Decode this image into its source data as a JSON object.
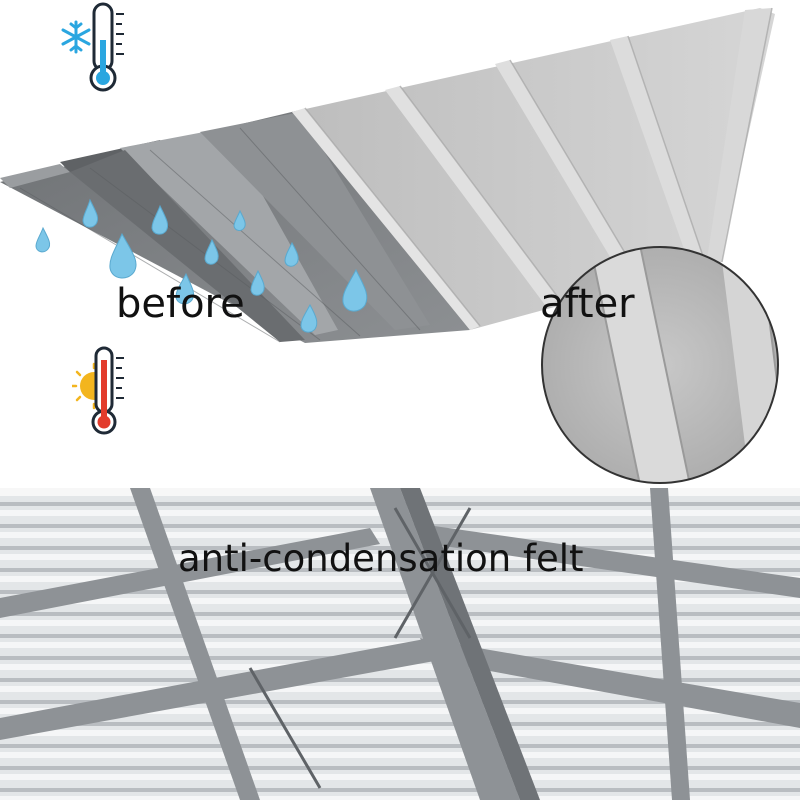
{
  "labels": {
    "before": "before",
    "after": "after",
    "product": "anti-condensation felt"
  },
  "icons": {
    "cold": "snowflake-thermometer-icon",
    "hot": "sun-thermometer-icon",
    "drop": "water-drop-icon"
  },
  "colors": {
    "drop": "#7cc6e8",
    "thermo_outline": "#1f2a36",
    "thermo_red": "#e23b2b",
    "snowflake": "#2aa6e0",
    "sun": "#f3b51e",
    "felt": "#c9c9c9",
    "metal": "#7a7d80"
  }
}
